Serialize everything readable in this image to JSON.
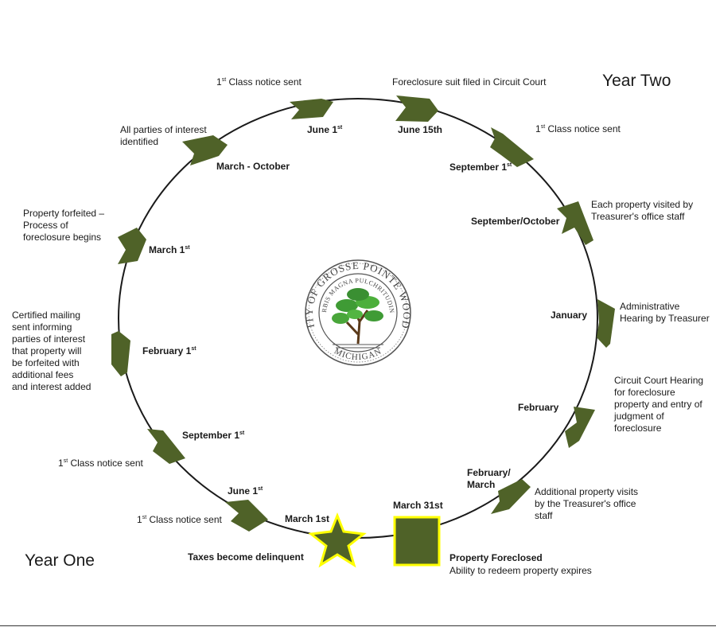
{
  "year_two": "Year Two",
  "year_one": "Year One",
  "seal": {
    "outer_text": "CITY OF GROSSE POINTE WOODS",
    "inner_text": "URBIS MAGNA PULCHRITUDINE",
    "bottom_text": "MICHIGAN"
  },
  "colors": {
    "arrow": "#4f6228",
    "highlight": "#ffff00",
    "circle": "#1a1a1a"
  },
  "events": {
    "class_notice_top": {
      "pre": "1",
      "sup": "st",
      "post": " Class notice sent"
    },
    "june1_top": {
      "pre": "June 1",
      "sup": "st",
      "post": ""
    },
    "suit_filed": "Foreclosure suit filed in Circuit Court",
    "june15": "June 15th",
    "class_notice_sep": {
      "pre": "1",
      "sup": "st",
      "post": " Class notice sent"
    },
    "sept1": {
      "pre": "September 1",
      "sup": "st",
      "post": ""
    },
    "visited": "Each property visited by Treasurer's office staff",
    "sept_oct": "September/October",
    "admin_hearing": "Administrative Hearing by Treasurer",
    "january": "January",
    "court_hearing": "Circuit Court Hearing for foreclosure property and entry of judgment of foreclosure",
    "february": "February",
    "addl_visits": "Additional property visits by the Treasurer's office staff",
    "feb_march": "February/ March",
    "march31": "March 31st",
    "foreclosed": "Property Foreclosed",
    "redeem": "Ability to redeem property expires",
    "delinquent": "Taxes become delinquent",
    "march1st": "March 1st",
    "class_notice_june": {
      "pre": "1",
      "sup": "st",
      "post": " Class notice sent"
    },
    "june1_left": {
      "pre": "June 1",
      "sup": "st",
      "post": ""
    },
    "class_notice_sept_left": {
      "pre": "1",
      "sup": "st",
      "post": " Class notice sent"
    },
    "sept1_left": {
      "pre": "September 1",
      "sup": "st",
      "post": ""
    },
    "certified": "Certified mailing sent informing parties of interest that property will be forfeited with additional fees and interest added",
    "feb1": {
      "pre": "February 1",
      "sup": "st",
      "post": ""
    },
    "forfeited": "Property forfeited – Process of foreclosure begins",
    "march1_left": {
      "pre": "March 1",
      "sup": "st",
      "post": ""
    },
    "parties": "All parties of interest identified",
    "mar_oct": "March - October"
  }
}
